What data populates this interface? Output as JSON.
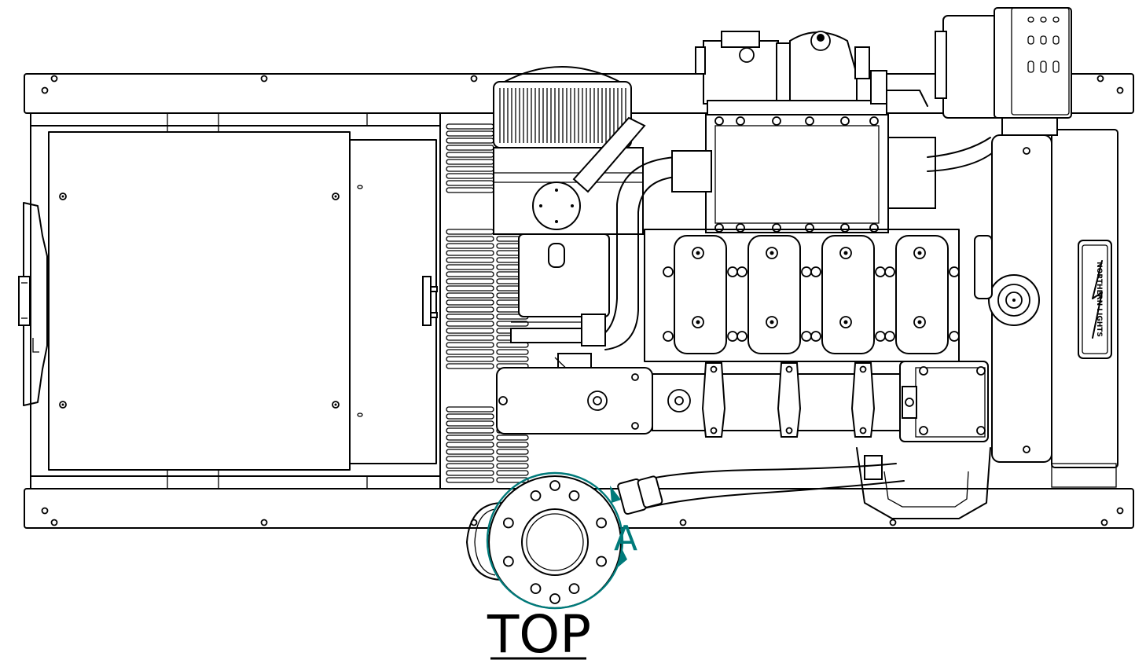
{
  "drawing": {
    "view_label": "TOP",
    "detail_callout": "A",
    "brand_logo_text": "NORTHERN LIGHTS",
    "colors": {
      "line": "#000000",
      "callout": "#007a7a",
      "background": "#ffffff"
    }
  }
}
